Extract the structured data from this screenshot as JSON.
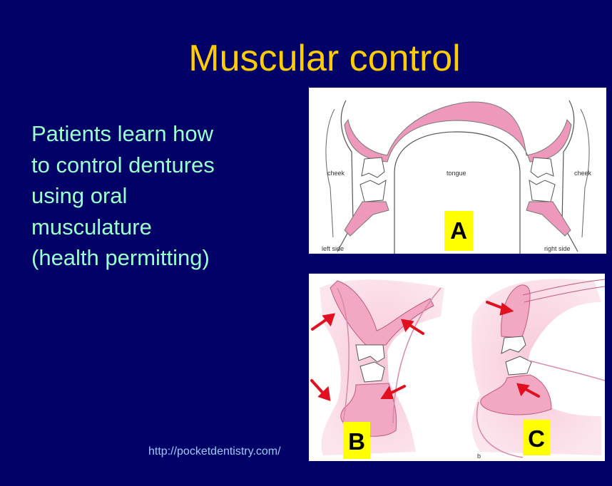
{
  "slide": {
    "title": "Muscular control",
    "body": "Patients learn how to control dentures using oral musculature (health permitting)",
    "source": "http://pocketdentistry.com/"
  },
  "figure_a": {
    "label": "A",
    "cheek_left": "cheek",
    "tongue": "tongue",
    "cheek_right": "cheek",
    "left_side": "left side",
    "right_side": "right side"
  },
  "figure_bc": {
    "label_b": "B",
    "label_c": "C",
    "caption_b": "b"
  },
  "colors": {
    "background": "#000066",
    "title": "#FFCC00",
    "body_text": "#99FFCC",
    "link": "#99CCFF",
    "label_bg": "#FFFF00",
    "gum_pink": "#EE88AA",
    "arrow_red": "#E01020"
  }
}
